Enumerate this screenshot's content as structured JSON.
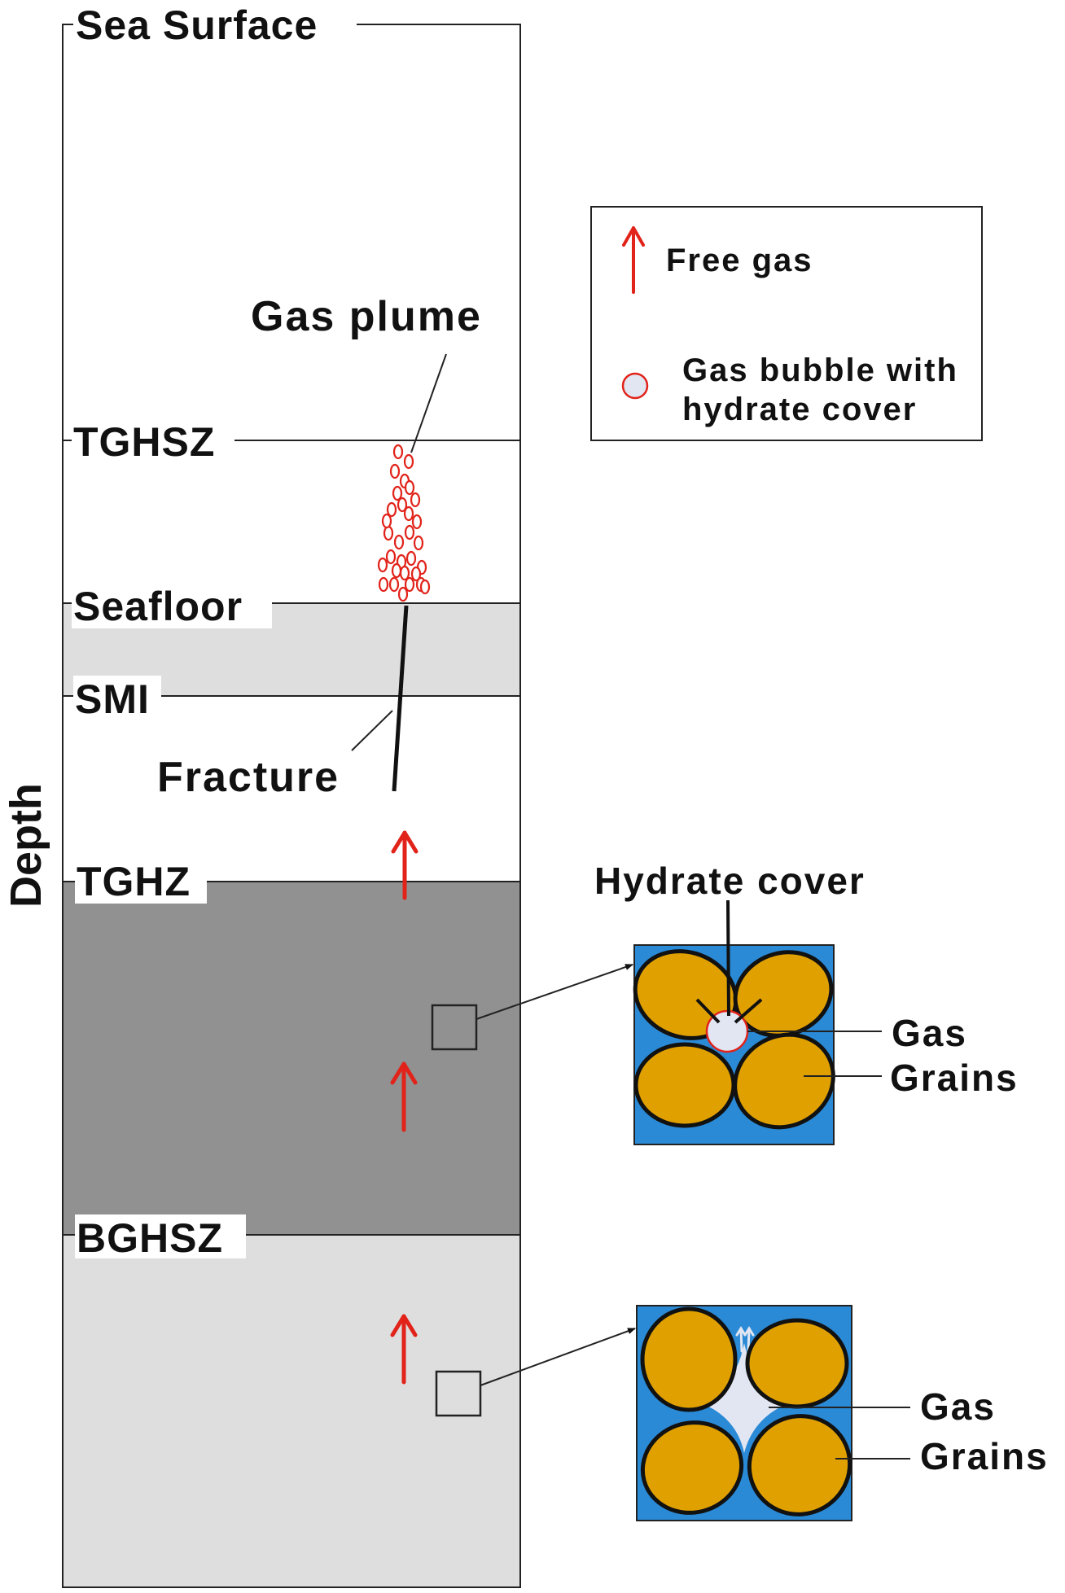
{
  "axis": {
    "label": "Depth"
  },
  "column": {
    "sea_surface": "Sea Surface",
    "tghsz": "TGHSZ",
    "seafloor": "Seafloor",
    "smi": "SMI",
    "tghz": "TGHZ",
    "bghsz": "BGHSZ"
  },
  "labels": {
    "gas_plume": "Gas plume",
    "fracture": "Fracture"
  },
  "legend": {
    "free_gas": "Free gas",
    "bubble_line1": "Gas bubble with",
    "bubble_line2": "hydrate cover"
  },
  "inset_upper": {
    "title": "Hydrate cover",
    "gas": "Gas",
    "grains": "Grains"
  },
  "inset_lower": {
    "gas": "Gas",
    "grains": "Grains"
  },
  "colors": {
    "light_sediment": "#dedede",
    "hydrate_zone": "#919191",
    "pore_water": "#2a8ad6",
    "grain": "#e0a000",
    "gas": "#e2e6f2",
    "arrow": "#e1231a"
  }
}
